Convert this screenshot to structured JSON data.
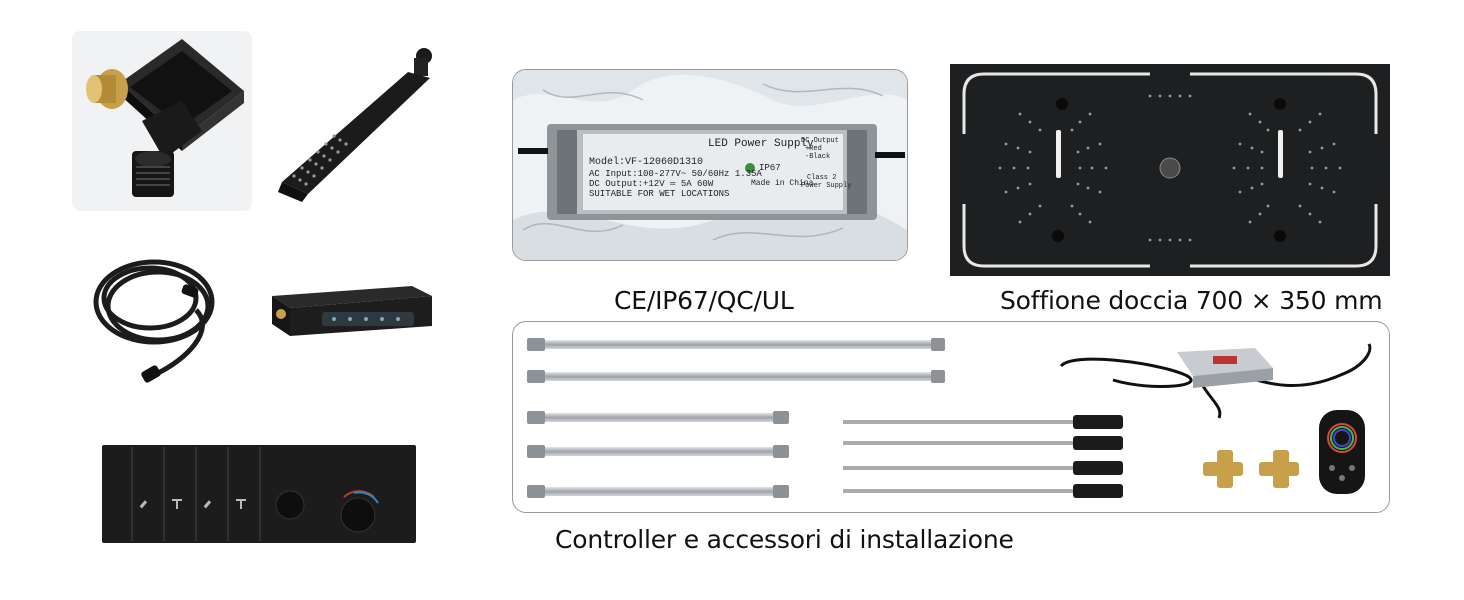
{
  "captions": {
    "certification": "CE/IP67/QC/UL",
    "shower_head": "Soffione doccia 700 × 350 mm",
    "accessories": "Controller e accessori di installazione"
  },
  "power_supply_label": {
    "title": "LED Power Supply",
    "model": "Model:VF-12060D1310",
    "ac_input": "AC Input:100-277V~ 50/60Hz 1.35A",
    "dc_output": "DC Output:+12V ═ 5A 60W",
    "suitable": "SUITABLE FOR WET LOCATIONS",
    "ip_rating": "IP67",
    "made_in": "Made in China",
    "dc_output_side": "DC Output",
    "red": "+Red",
    "black": "-Black",
    "class": "Class 2",
    "power_supply": "Power Supply"
  },
  "colors": {
    "product_black": "#1a1a1a",
    "brass": "#c9a04a",
    "steel": "#b9bcbf",
    "frame": "#9a9a9a"
  }
}
